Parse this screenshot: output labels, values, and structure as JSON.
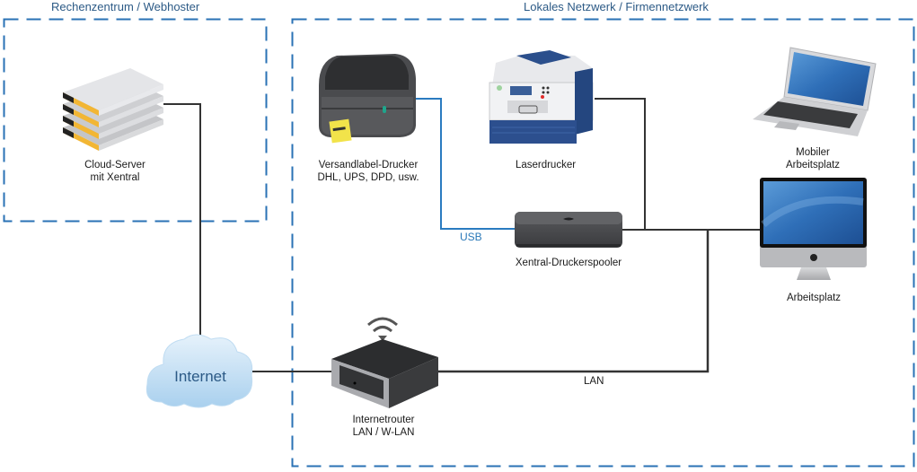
{
  "zones": {
    "datacenter": {
      "title": "Rechenzentrum / Webhoster"
    },
    "lan": {
      "title": "Lokales Netzwerk / Firmennetzwerk"
    }
  },
  "nodes": {
    "cloud_server": {
      "line1": "Cloud-Server",
      "line2": "mit Xentral",
      "icon": "server-stack-icon"
    },
    "label_printer": {
      "line1": "Versandlabel-Drucker",
      "line2": "DHL, UPS, DPD, usw.",
      "icon": "label-printer-icon"
    },
    "laser_printer": {
      "line1": "Laserdrucker",
      "icon": "laser-printer-icon"
    },
    "laptop": {
      "line1": "Mobiler",
      "line2": "Arbeitsplatz",
      "icon": "laptop-icon"
    },
    "spooler": {
      "line1": "Xentral-Druckerspooler",
      "icon": "mini-pc-icon"
    },
    "desktop": {
      "line1": "Arbeitsplatz",
      "icon": "desktop-computer-icon"
    },
    "internet": {
      "line1": "Internet",
      "icon": "cloud-icon"
    },
    "router": {
      "line1": "Internetrouter",
      "line2": "LAN / W-LAN",
      "icon": "router-icon"
    }
  },
  "connections": {
    "usb_label": "USB",
    "lan_label": "LAN"
  },
  "colors": {
    "zone_border": "#2a72b5",
    "usb_line": "#2a7bc0",
    "lan_line": "#333333"
  }
}
